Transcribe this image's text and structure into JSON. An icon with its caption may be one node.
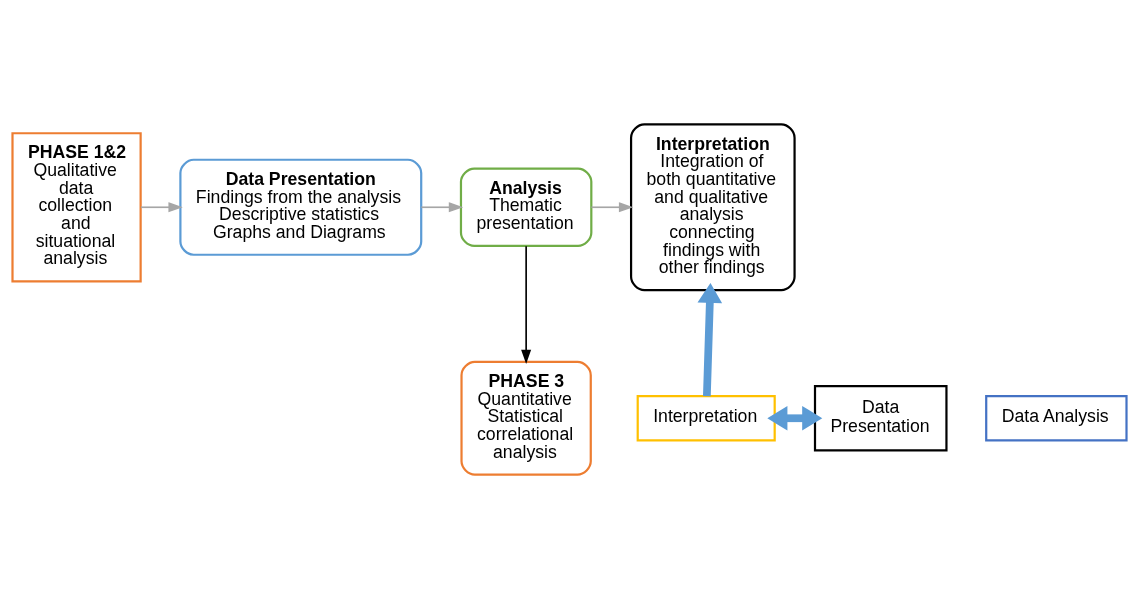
{
  "diagram": {
    "nodes": [
      {
        "text": [
          "PHASE 1&2",
          "Qualitative data collection and situational analysis"
        ]
      },
      {
        "text": [
          "Data Presentation",
          "Findings from the analysis",
          "Descriptive statistics",
          "Graphs and Diagrams"
        ]
      },
      {
        "text": [
          "Analysis",
          "Thematic presentation"
        ]
      },
      {
        "text": [
          "Interpretation",
          "Integration of both quantitative and qualitative analysis connecting findings with other findings"
        ]
      },
      {
        "text": [
          "PHASE 3",
          "Quantitative Statistical correlational analysis"
        ]
      },
      {
        "text": [
          "Data Presentation"
        ]
      },
      {
        "text": [
          "Data Analysis"
        ]
      },
      {
        "text": [
          "Interpretation"
        ]
      }
    ],
    "edges": [
      {
        "from": 0,
        "to": 1,
        "arrow": "to",
        "color": "#a6a6a6"
      },
      {
        "from": 1,
        "to": 2,
        "arrow": "to",
        "color": "#a6a6a6"
      },
      {
        "from": 2,
        "to": 3,
        "arrow": "to",
        "color": "#a6a6a6"
      },
      {
        "from": 2,
        "to": 4,
        "arrow": "to",
        "color": "#000000"
      },
      {
        "from": 5,
        "to": 7,
        "arrow": "both",
        "style": "thick",
        "color": "#5b9bd5"
      },
      {
        "from": 7,
        "to": 3,
        "arrow": "to",
        "style": "thick",
        "color": "#5b9bd5"
      }
    ]
  }
}
